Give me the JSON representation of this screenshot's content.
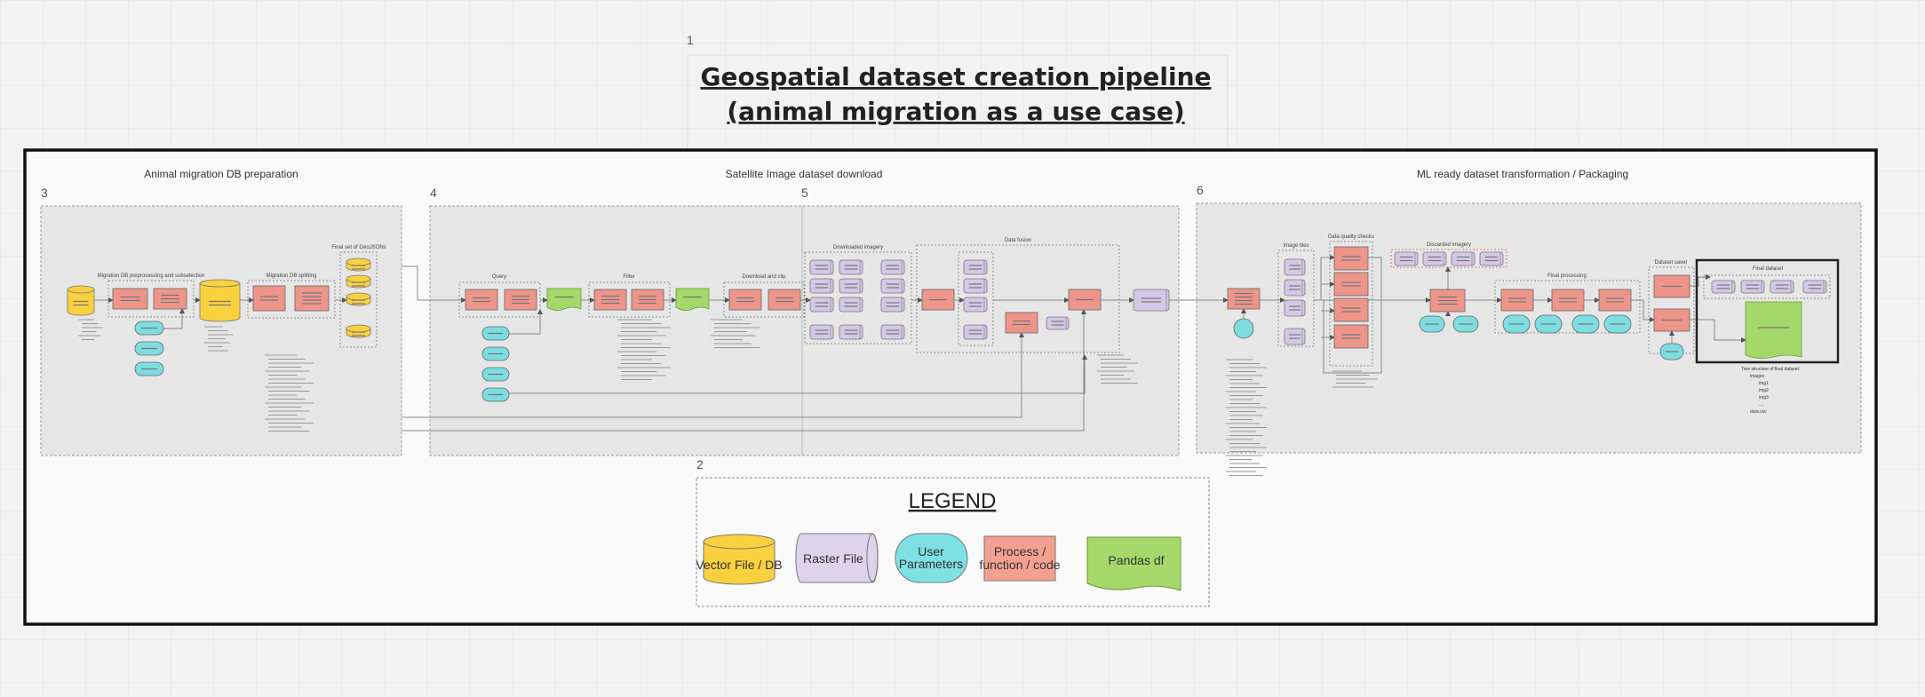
{
  "title": {
    "number": "1",
    "line1": "Geospatial dataset creation pipeline",
    "line2": "(animal migration as a use case)"
  },
  "sections": [
    {
      "number": "3",
      "title": "Animal migration DB preparation",
      "groups": [
        "Migration DB preprocessing and subselection",
        "Migration DB splitting",
        "Final set of GeoJSONs"
      ]
    },
    {
      "number": "4",
      "title": "Satellite Image dataset download",
      "groups": [
        "Query",
        "Filter",
        "Download and clip"
      ]
    },
    {
      "number": "5",
      "title": "",
      "groups": [
        "Downloaded imagery",
        "Data fusion"
      ]
    },
    {
      "number": "6",
      "title": "ML ready dataset transformation / Packaging",
      "groups": [
        "Image tiles",
        "Data quality checks",
        "Discarded imagery",
        "Final processing",
        "Dataset saver",
        "Final dataset"
      ]
    }
  ],
  "tree": {
    "heading": "Tree structure of final dataset:",
    "items": [
      "images",
      "img1",
      "img2",
      "img3",
      "....",
      "data.csv"
    ]
  },
  "legend": {
    "number": "2",
    "title": "LEGEND",
    "items": [
      {
        "label": "Vector File / DB",
        "color": "#f9d13e"
      },
      {
        "label": "Raster File",
        "color": "#ddd3ec"
      },
      {
        "label_line1": "User",
        "label_line2": "Parameters",
        "color": "#7ee0e4"
      },
      {
        "label_line1": "Process /",
        "label_line2": "function / code",
        "color": "#f4a090"
      },
      {
        "label": "Pandas df",
        "color": "#a4d86b"
      }
    ]
  },
  "colors": {
    "vector": "#f9d13e",
    "raster": "#d4c8e6",
    "param": "#7ddde1",
    "process": "#ee958a",
    "df": "#a4d86b",
    "section_bg": "#e6e6e6",
    "frame": "#111111"
  }
}
